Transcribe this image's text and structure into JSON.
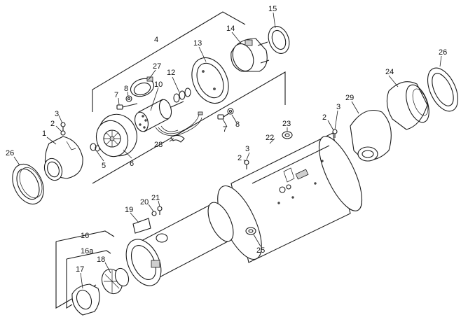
{
  "diagram": {
    "callouts": [
      "1",
      "2",
      "3",
      "4",
      "5",
      "6",
      "7",
      "8",
      "10",
      "12",
      "13",
      "14",
      "15",
      "26",
      "27",
      "28",
      "22",
      "23",
      "24",
      "29",
      "25",
      "19",
      "20",
      "21",
      "16",
      "16a",
      "17",
      "18"
    ],
    "labels": {
      "p1": "1",
      "p2a": "2",
      "p3a": "3",
      "p4": "4",
      "p5": "5",
      "p6": "6",
      "p7a": "7",
      "p8a": "8",
      "p10": "10",
      "p12": "12",
      "p13": "13",
      "p14": "14",
      "p15": "15",
      "p26a": "26",
      "p26b": "26",
      "p27": "27",
      "p28": "28",
      "p7b": "7",
      "p8b": "8",
      "p22": "22",
      "p23": "23",
      "p24": "24",
      "p29": "29",
      "p3b": "3",
      "p2b": "2",
      "p3c": "3",
      "p2c": "2",
      "p25": "25",
      "p19": "19",
      "p20": "20",
      "p21": "21",
      "p16": "16",
      "p16a": "16a",
      "p17": "17",
      "p18": "18"
    }
  }
}
